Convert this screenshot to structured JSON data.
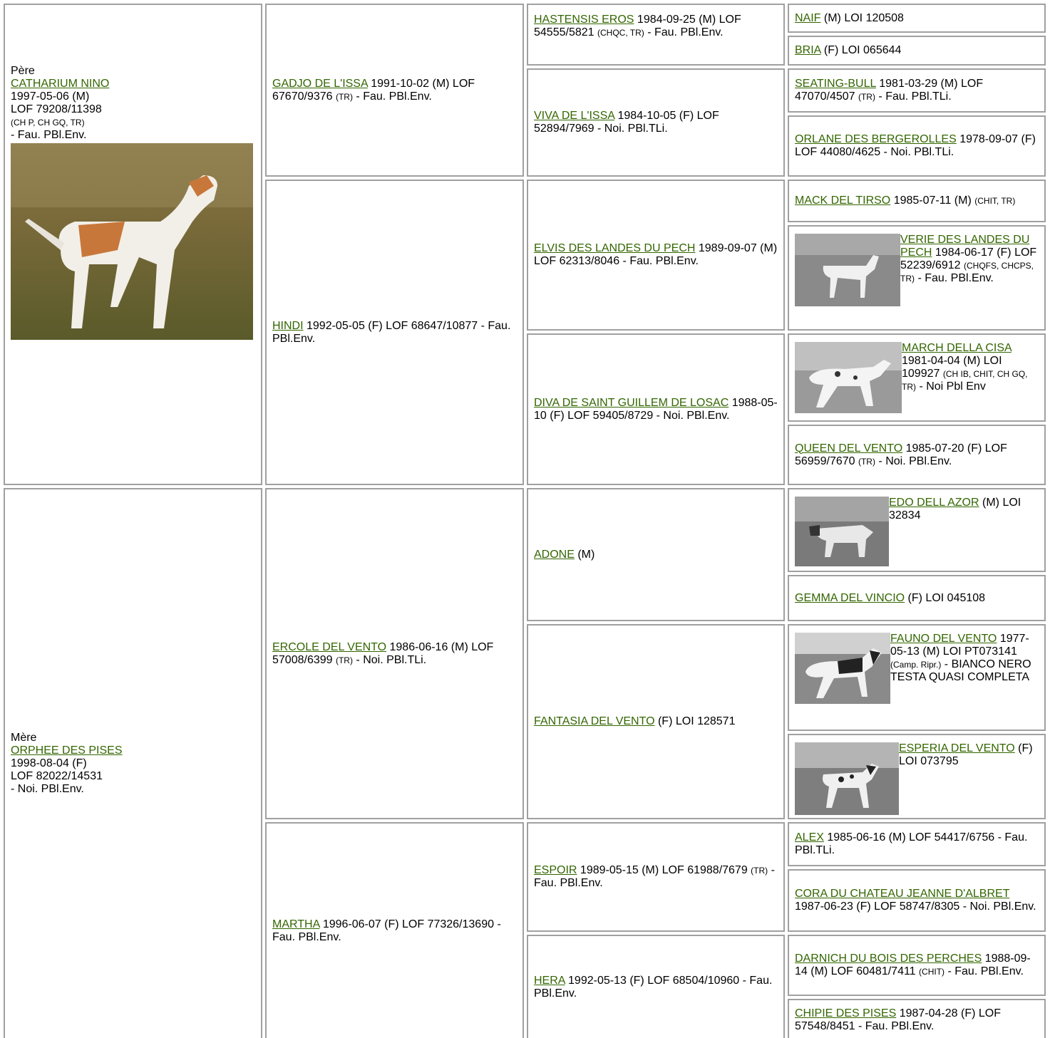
{
  "sire": {
    "role": "Père",
    "name": "CATHARIUM NINO",
    "date": "1997-05-06 (M)",
    "reg": "LOF 79208/11398",
    "titles": "(CH P, CH GQ, TR)",
    "color": "- Fau. PBl.Env."
  },
  "dam": {
    "role": "Mère",
    "name": "ORPHEE DES PISES",
    "date": "1998-08-04 (F)",
    "reg": "LOF 82022/14531",
    "color": "- Noi. PBl.Env."
  },
  "g2": [
    {
      "name": "GADJO DE L'ISSA",
      "pre": " 1991-10-02 (M) LOF 67670/9376 ",
      "titles": "(TR)",
      "post": " - Fau. PBl.Env."
    },
    {
      "name": "HINDI",
      "pre": " 1992-05-05 (F) LOF 68647/10877 - Fau. PBl.Env.",
      "titles": "",
      "post": ""
    },
    {
      "name": "ERCOLE DEL VENTO",
      "pre": " 1986-06-16 (M) LOF 57008/6399 ",
      "titles": "(TR)",
      "post": " - Noi. PBl.TLi."
    },
    {
      "name": "MARTHA",
      "pre": " 1996-06-07 (F) LOF 77326/13690 - Fau. PBl.Env.",
      "titles": "",
      "post": ""
    }
  ],
  "g3": [
    {
      "name": "HASTENSIS EROS",
      "pre": " 1984-09-25 (M) LOF 54555/5821 ",
      "titles": "(CHQC, TR)",
      "post": " - Fau. PBl.Env."
    },
    {
      "name": "VIVA DE L'ISSA",
      "pre": " 1984-10-05 (F) LOF 52894/7969 - Noi. PBl.TLi.",
      "titles": "",
      "post": ""
    },
    {
      "name": "ELVIS DES LANDES DU PECH",
      "pre": " 1989-09-07 (M) LOF 62313/8046 - Fau. PBl.Env.",
      "titles": "",
      "post": ""
    },
    {
      "name": "DIVA DE SAINT GUILLEM DE LOSAC",
      "pre": " 1988-05-10 (F) LOF 59405/8729 - Noi. PBl.Env.",
      "titles": "",
      "post": ""
    },
    {
      "name": "ADONE",
      "pre": " (M)",
      "titles": "",
      "post": ""
    },
    {
      "name": "FANTASIA DEL VENTO",
      "pre": " (F) LOI 128571",
      "titles": "",
      "post": ""
    },
    {
      "name": "ESPOIR",
      "pre": " 1989-05-15 (M) LOF 61988/7679 ",
      "titles": "(TR)",
      "post": " - Fau. PBl.Env."
    },
    {
      "name": "HERA",
      "pre": " 1992-05-13 (F) LOF 68504/10960 - Fau. PBl.Env.",
      "titles": "",
      "post": ""
    }
  ],
  "g4": [
    {
      "name": "NAIF",
      "pre": " (M) LOI 120508",
      "titles": "",
      "post": ""
    },
    {
      "name": "BRIA",
      "pre": " (F) LOI 065644",
      "titles": "",
      "post": ""
    },
    {
      "name": "SEATING-BULL",
      "pre": " 1981-03-29 (M) LOF 47070/4507 ",
      "titles": "(TR)",
      "post": " - Fau. PBl.TLi."
    },
    {
      "name": "ORLANE DES BERGEROLLES",
      "pre": " 1978-09-07 (F) LOF 44080/4625 - Noi. PBl.TLi.",
      "titles": "",
      "post": ""
    },
    {
      "name": "MACK DEL TIRSO",
      "pre": " 1985-07-11 (M) ",
      "titles": "(CHIT, TR)",
      "post": ""
    },
    {
      "name": "VERIE DES LANDES DU PECH",
      "pre": " 1984-06-17 (F) LOF 52239/6912 ",
      "titles": "(CHQFS, CHCPS, TR)",
      "post": " - Fau. PBl.Env."
    },
    {
      "name": "MARCH DELLA CISA",
      "pre": " 1981-04-04 (M) LOI 109927 ",
      "titles": "(CH IB, CHIT, CH GQ, TR)",
      "post": " - Noi Pbl Env"
    },
    {
      "name": "QUEEN DEL VENTO",
      "pre": " 1985-07-20 (F) LOF 56959/7670 ",
      "titles": "(TR)",
      "post": " - Noi. PBl.Env."
    },
    {
      "name": "EDO DELL AZOR",
      "pre": " (M) LOI 32834",
      "titles": "",
      "post": ""
    },
    {
      "name": "GEMMA DEL VINCIO",
      "pre": " (F) LOI 045108",
      "titles": "",
      "post": ""
    },
    {
      "name": "FAUNO DEL VENTO",
      "pre": " 1977-05-13 (M) LOI PT073141 ",
      "titles": "(Camp. Ripr.)",
      "post": " - BIANCO NERO TESTA QUASI COMPLETA"
    },
    {
      "name": "ESPERIA DEL VENTO",
      "pre": " (F) LOI 073795",
      "titles": "",
      "post": ""
    },
    {
      "name": "ALEX",
      "pre": " 1985-06-16 (M) LOF 54417/6756 - Fau. PBl.TLi.",
      "titles": "",
      "post": ""
    },
    {
      "name": "CORA DU CHATEAU JEANNE D'ALBRET",
      "pre": " 1987-06-23 (F) LOF 58747/8305 - Noi. PBl.Env.",
      "titles": "",
      "post": ""
    },
    {
      "name": "DARNICH DU BOIS DES PERCHES",
      "pre": " 1988-09-14 (M) LOF 60481/7411 ",
      "titles": "(CHIT)",
      "post": " - Fau. PBl.Env."
    },
    {
      "name": "CHIPIE DES PISES",
      "pre": " 1987-04-28 (F) LOF 57548/8451 - Fau. PBl.Env.",
      "titles": "",
      "post": ""
    }
  ]
}
